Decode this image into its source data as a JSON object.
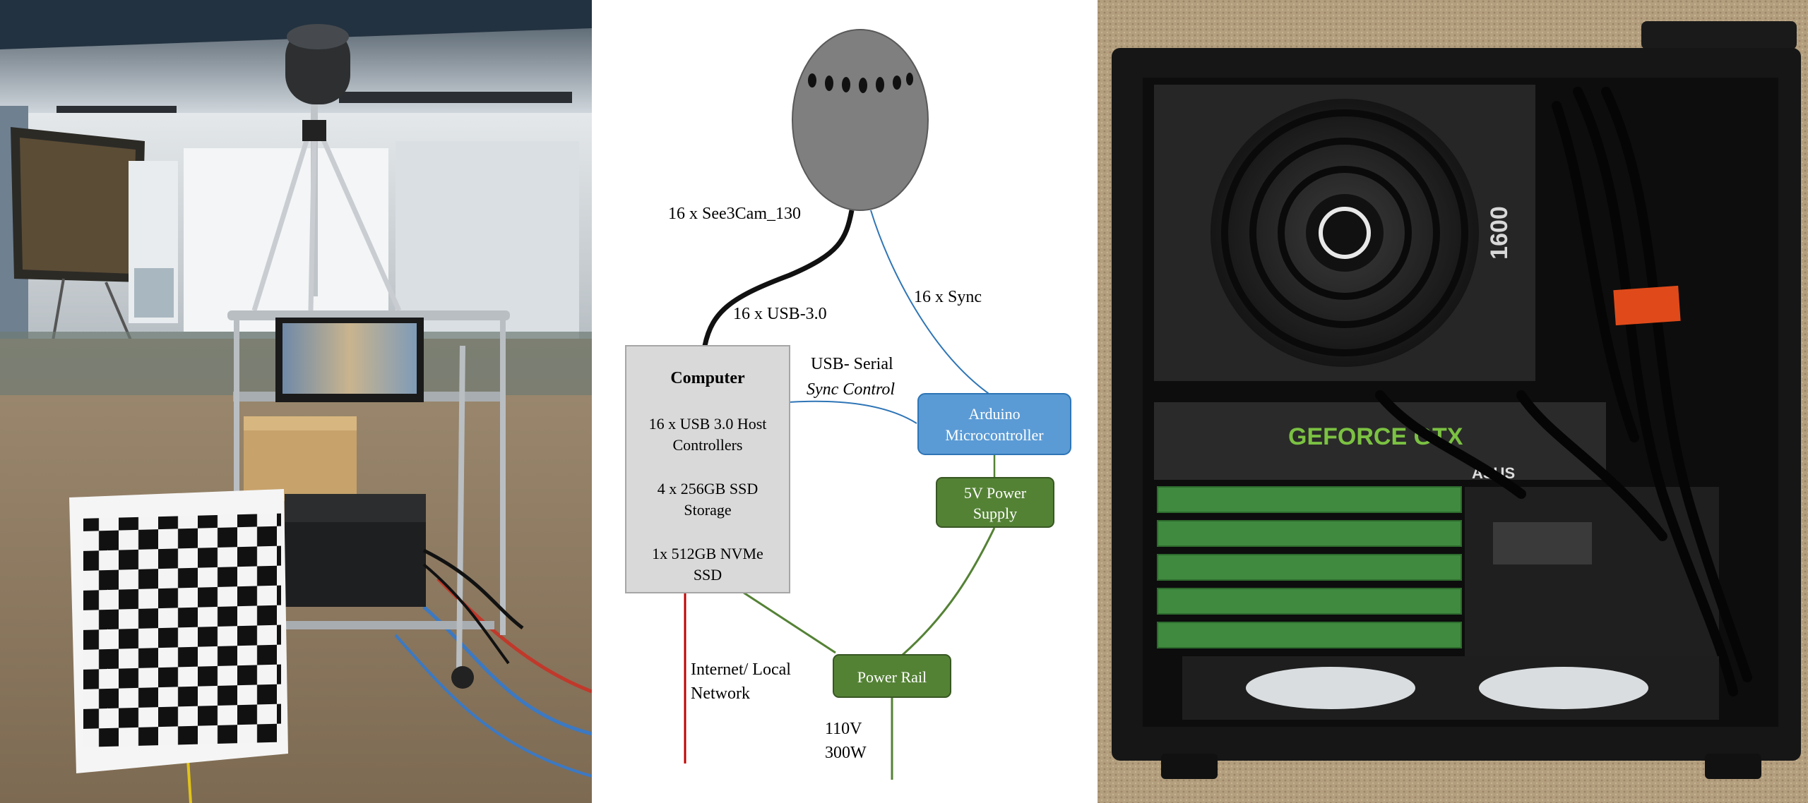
{
  "diagram": {
    "camera_cable_label": "16 x See3Cam_130",
    "usb_label": "16 x USB-3.0",
    "sync_label": "16 x Sync",
    "usb_serial_label": "USB- Serial",
    "sync_control_label": "Sync Control",
    "computer": {
      "title": "Computer",
      "line1a": "16 x USB 3.0 Host",
      "line1b": "Controllers",
      "line2a": "4 x 256GB SSD",
      "line2b": "Storage",
      "line3a": "1x 512GB NVMe",
      "line3b": "SSD"
    },
    "arduino_line1": "Arduino",
    "arduino_line2": "Microcontroller",
    "psu_line1": "5V Power",
    "psu_line2": "Supply",
    "power_rail": "Power Rail",
    "network_line1": "Internet/ Local",
    "network_line2": "Network",
    "mains_line1": "110V",
    "mains_line2": "300W",
    "colors": {
      "arduino_fill": "#5b9bd5",
      "power_fill": "#548235",
      "computer_fill": "#d9d9d9",
      "camera_fill": "#7f7f7f",
      "sync_line": "#2e75b6",
      "network_line": "#c00000",
      "power_line": "#548235"
    }
  },
  "photo_right": {
    "gpu_brand_text": "GEFORCE GTX",
    "board_brand_text": "ASUS",
    "psu_rating_text": "1600"
  }
}
